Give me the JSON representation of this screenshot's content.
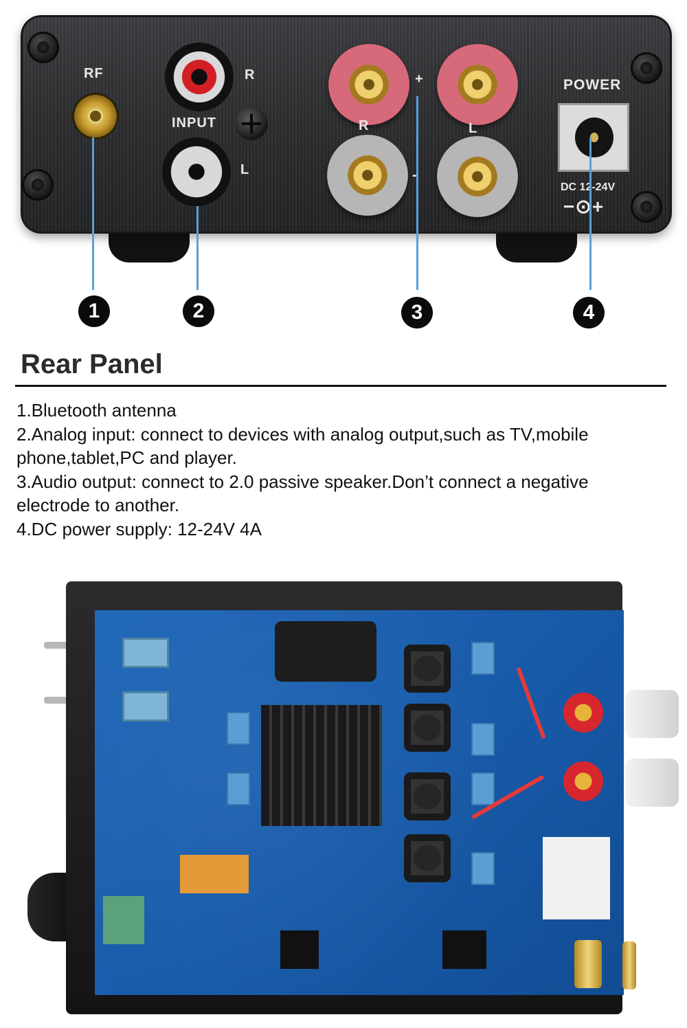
{
  "rear_panel_photo": {
    "labels": {
      "rf": "RF",
      "input": "INPUT",
      "input_r": "R",
      "input_l": "L",
      "plus": "+",
      "minus": "-",
      "out_r": "R",
      "out_l": "L",
      "power": "POWER",
      "dc_rating": "DC 12-24V",
      "polarity": "−⊙+"
    },
    "markers": [
      "1",
      "2",
      "3",
      "4"
    ]
  },
  "section": {
    "title": "Rear Panel",
    "items": [
      "1.Bluetooth antenna",
      "2.Analog input: connect to devices with analog output,such as TV,mobile phone,tablet,PC and player.",
      "3.Audio output: connect to 2.0 passive speaker.Don’t connect a negative electrode to another.",
      "4.DC power supply: 12-24V  4A"
    ]
  },
  "colors": {
    "leader_line": "#5aa0d8",
    "pcb": "#1f67b8"
  }
}
